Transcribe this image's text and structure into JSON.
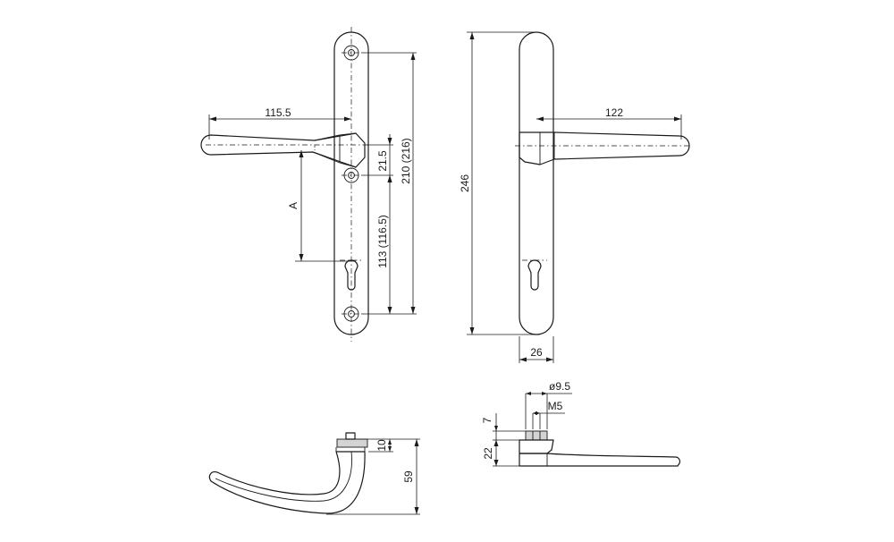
{
  "diagram": {
    "dimensions": {
      "lever_length_front": "115.5",
      "lever_length_side": "122",
      "total_height": "246",
      "fixing_centres": "210 (216)",
      "upper_offset": "21.5",
      "lower_offset": "113 (116.5)",
      "backset_label": "A",
      "plate_width": "26",
      "lever_projection": "59",
      "rose_height": "10",
      "spindle_diameter": "ø9.5",
      "thread": "M5",
      "screw_height": "7",
      "rose_thickness": "22"
    }
  }
}
